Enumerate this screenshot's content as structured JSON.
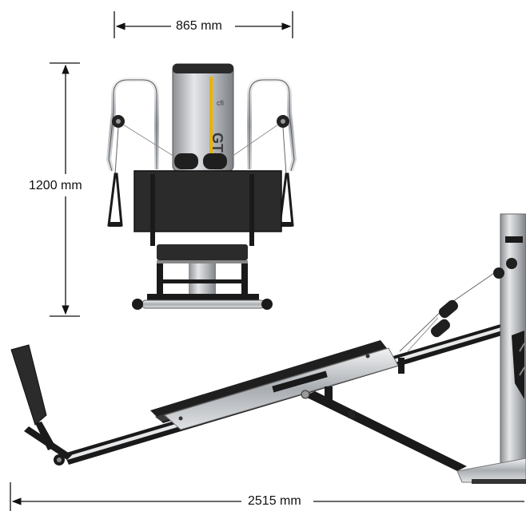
{
  "dimensions": {
    "width_label": "865 mm",
    "height_label": "1200 mm",
    "length_label": "2515 mm"
  },
  "product": {
    "logo_text": "GTS",
    "brand_mark": "cfi"
  },
  "colors": {
    "frame": "#1a1a1a",
    "chrome": "#c9ccd0",
    "tower": "#b7b9bc",
    "accent_stripe": "#e8b400",
    "pad": "#2b2b2b"
  }
}
